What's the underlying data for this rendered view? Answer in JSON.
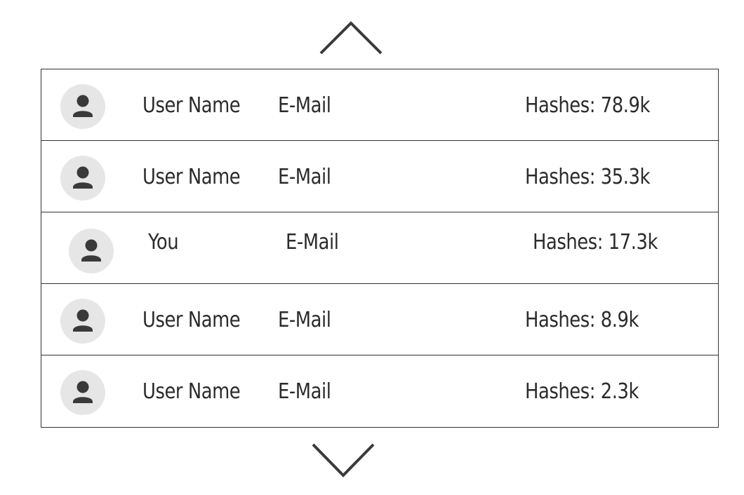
{
  "nav": {
    "up_icon": "chevron-up-icon",
    "down_icon": "chevron-down-icon"
  },
  "entries": [
    {
      "name": "User Name",
      "email": "E-Mail",
      "hashes": "Hashes: 78.9k",
      "avatar_icon": "user-icon"
    },
    {
      "name": "User Name",
      "email": "E-Mail",
      "hashes": "Hashes: 35.3k",
      "avatar_icon": "user-icon"
    },
    {
      "name": "You",
      "email": "E-Mail",
      "hashes": "Hashes: 17.3k",
      "avatar_icon": "user-icon"
    },
    {
      "name": "User Name",
      "email": "E-Mail",
      "hashes": "Hashes: 8.9k",
      "avatar_icon": "user-icon"
    },
    {
      "name": "User Name",
      "email": "E-Mail",
      "hashes": "Hashes: 2.3k",
      "avatar_icon": "user-icon"
    }
  ],
  "colors": {
    "border": "#333333",
    "avatar_bg": "#e6e6e6",
    "avatar_fg": "#3a3a3a",
    "text": "#2b2b2b"
  }
}
